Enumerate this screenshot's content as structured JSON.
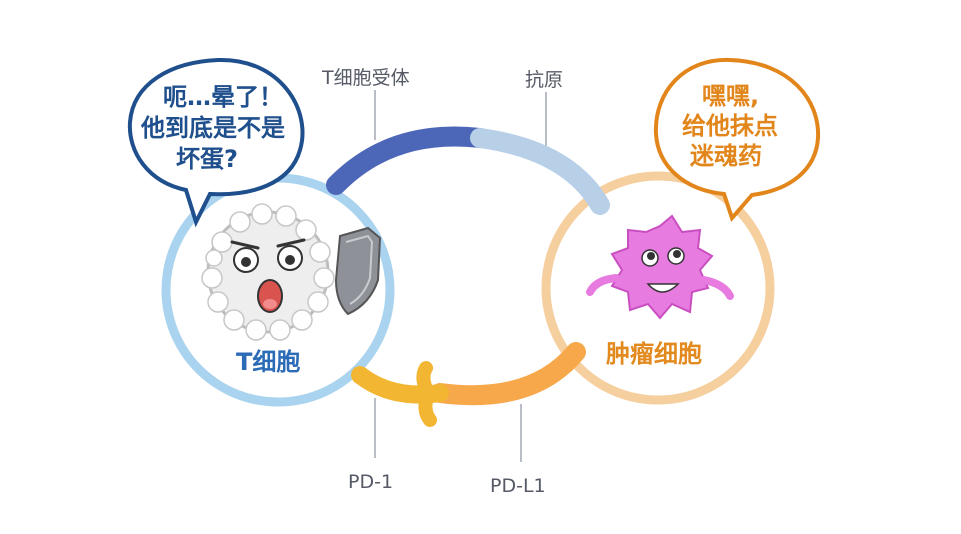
{
  "labels": {
    "t_cell_receptor": "T细胞受体",
    "antigen": "抗原",
    "pd1": "PD-1",
    "pdl1": "PD-L1"
  },
  "cells": {
    "t_cell": "T细胞",
    "tumor_cell": "肿瘤细胞"
  },
  "bubbles": {
    "t_cell_lines": [
      "呃…晕了！",
      "他到底是不是",
      "坏蛋?"
    ],
    "tumor_lines": [
      "嘿嘿,",
      "给他抹点",
      "迷魂药"
    ]
  },
  "colors": {
    "t_cell_ring": "#a9d3ee",
    "tumor_ring": "#f6cf9f",
    "receptor": "#4c66b8",
    "antigen": "#b8cfe8",
    "pd1": "#f2b632",
    "pdl1": "#f7a84a",
    "bubble_left_stroke": "#1f4f8c",
    "bubble_right_stroke": "#e2861c"
  }
}
